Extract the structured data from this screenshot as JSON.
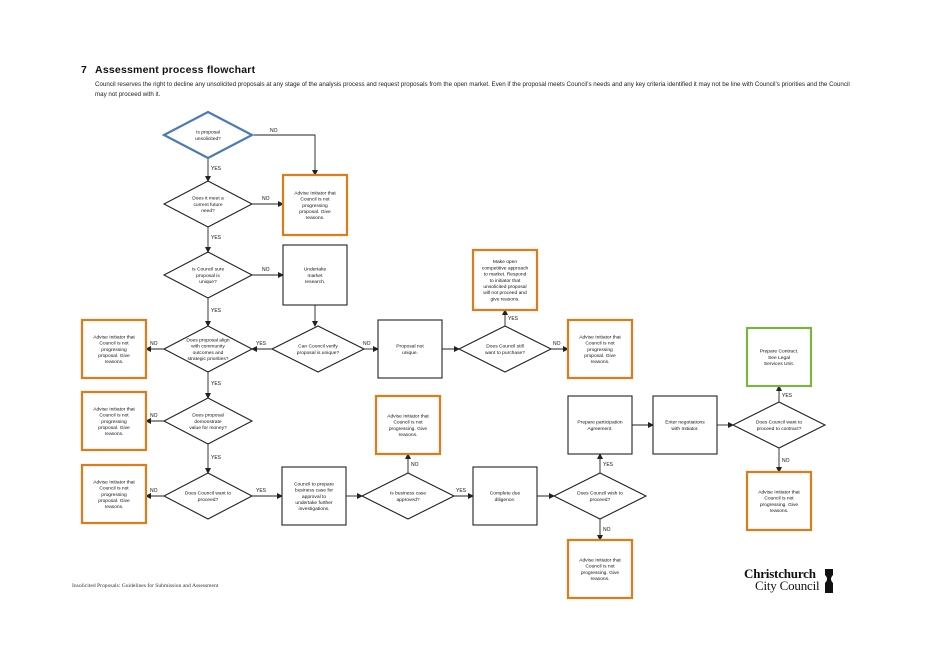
{
  "header": {
    "section_number": "7",
    "title": "Assessment process flowchart",
    "intro": "Council reserves the right to decline any unsolicited proposals at any stage of the analysis process and request proposals from the open market.  Even if the proposal meets Council’s needs and any key criteria identified it may not be line with Council’s priorities and the Council may not proceed with it."
  },
  "colors": {
    "start": "#4a7bb7",
    "advise": "#e07b1a",
    "finish": "#7cb342",
    "line": "#222222"
  },
  "nodes": [
    {
      "id": "d_unsolicited",
      "lines": [
        "Is proposal",
        "unsolicited?"
      ]
    },
    {
      "id": "d_need",
      "lines": [
        "Does it meet a",
        "current future",
        "need?"
      ]
    },
    {
      "id": "b_adv1",
      "lines": [
        "Advise Initiator that",
        "Council is not",
        "progressing",
        "proposal.  Give",
        "reasons."
      ]
    },
    {
      "id": "d_unique",
      "lines": [
        "Is Council sure",
        "proposal is",
        "unique?"
      ]
    },
    {
      "id": "b_market",
      "lines": [
        "Undertake",
        "market",
        "research."
      ]
    },
    {
      "id": "b_open",
      "lines": [
        "Make open",
        "competitive approach",
        "to market.  Respond",
        "to initiator that",
        "unsolicited proposal",
        "will not proceed and",
        "give reasons."
      ]
    },
    {
      "id": "b_adv_align",
      "lines": [
        "Advise Initiator that",
        "Council is not",
        "progressing",
        "proposal.  Give",
        "reasons."
      ]
    },
    {
      "id": "d_align",
      "lines": [
        "Does proposal align",
        "with community",
        "outcomes and",
        "strategic priorities?"
      ]
    },
    {
      "id": "d_verify",
      "lines": [
        "Can Council verify",
        "proposal is unique?"
      ]
    },
    {
      "id": "b_notunique",
      "lines": [
        "Proposal not",
        "unique."
      ]
    },
    {
      "id": "d_purchase",
      "lines": [
        "Does Council still",
        "want to purchase?"
      ]
    },
    {
      "id": "b_adv_purchase",
      "lines": [
        "Advise Initiator that",
        "Council is not",
        "progressing",
        "proposal.  Give",
        "reasons."
      ]
    },
    {
      "id": "b_contract",
      "lines": [
        "Prepare Contract.",
        "See Legal",
        "Services Unit."
      ]
    },
    {
      "id": "b_adv_value",
      "lines": [
        "Advise Initiator that",
        "Council is not",
        "progressing",
        "proposal.  Give",
        "reasons."
      ]
    },
    {
      "id": "d_value",
      "lines": [
        "Does proposal",
        "demonstrate",
        "value for money?"
      ]
    },
    {
      "id": "b_adv_case",
      "lines": [
        "Advise Initiator that",
        "Council is not",
        "progressing.  Give",
        "reasons."
      ]
    },
    {
      "id": "b_participation",
      "lines": [
        "Prepare participation",
        "Agreement."
      ]
    },
    {
      "id": "b_negotiate",
      "lines": [
        "Enter negotiations",
        "with Initiator."
      ]
    },
    {
      "id": "d_contract",
      "lines": [
        "Does Council want to",
        "proceed to contract?"
      ]
    },
    {
      "id": "b_adv_proceed",
      "lines": [
        "Advise Initiator that",
        "Council is not",
        "progressing",
        "proposal.  Give",
        "reasons."
      ]
    },
    {
      "id": "d_proceed",
      "lines": [
        "Does Council want to",
        "proceed?"
      ]
    },
    {
      "id": "b_business",
      "lines": [
        "Council to prepare",
        "business case for",
        "approval to",
        "undertake further",
        "investigations."
      ]
    },
    {
      "id": "d_approved",
      "lines": [
        "Is business case",
        "approved?"
      ]
    },
    {
      "id": "b_diligence",
      "lines": [
        "Complete due",
        "diligence."
      ]
    },
    {
      "id": "d_wish",
      "lines": [
        "Does Council wish to",
        "proceed?"
      ]
    },
    {
      "id": "b_adv_contract",
      "lines": [
        "Advise Initiator that",
        "Council is not",
        "progressing.  Give",
        "reasons."
      ]
    },
    {
      "id": "b_adv_wish",
      "lines": [
        "Advise Initiator that",
        "Council is not",
        "progressing.  Give",
        "reasons."
      ]
    }
  ],
  "edge_labels": {
    "yes": "YES",
    "no": "NO"
  },
  "footer": {
    "text": "Insolicited Proposals: Guidelines for Submission and Assessment"
  },
  "logo": {
    "line1": "Christchurch",
    "line2": "City Council"
  }
}
